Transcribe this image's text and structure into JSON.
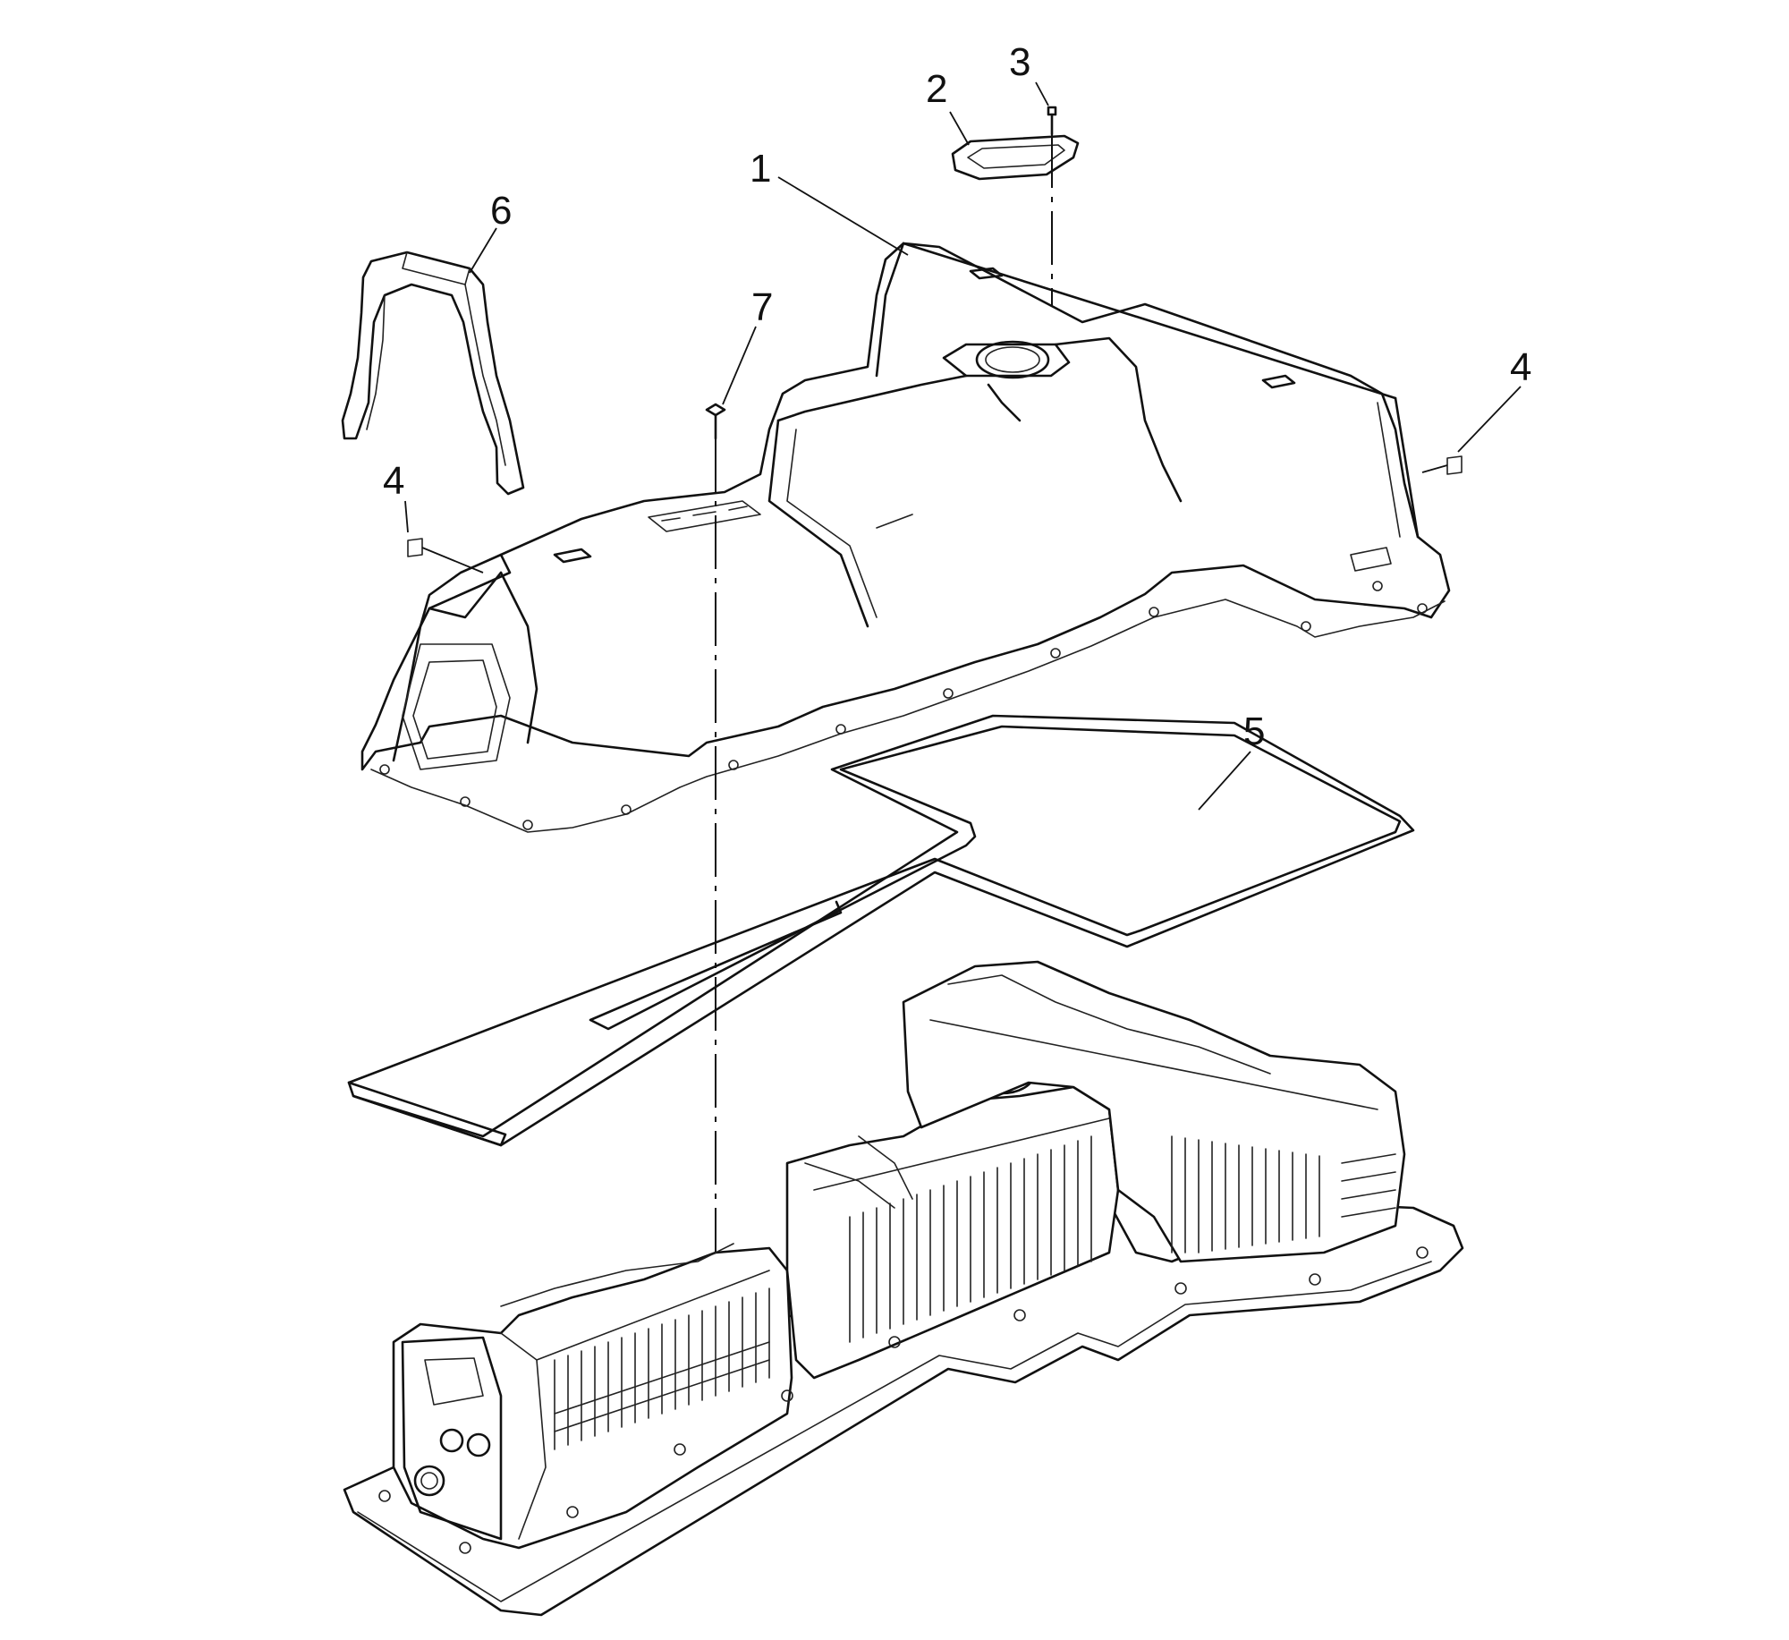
{
  "callouts": [
    {
      "id": "1",
      "text": "1"
    },
    {
      "id": "2",
      "text": "2"
    },
    {
      "id": "3",
      "text": "3"
    },
    {
      "id": "4a",
      "text": "4"
    },
    {
      "id": "4b",
      "text": "4"
    },
    {
      "id": "5",
      "text": "5"
    },
    {
      "id": "6",
      "text": "6"
    },
    {
      "id": "7",
      "text": "7"
    }
  ]
}
